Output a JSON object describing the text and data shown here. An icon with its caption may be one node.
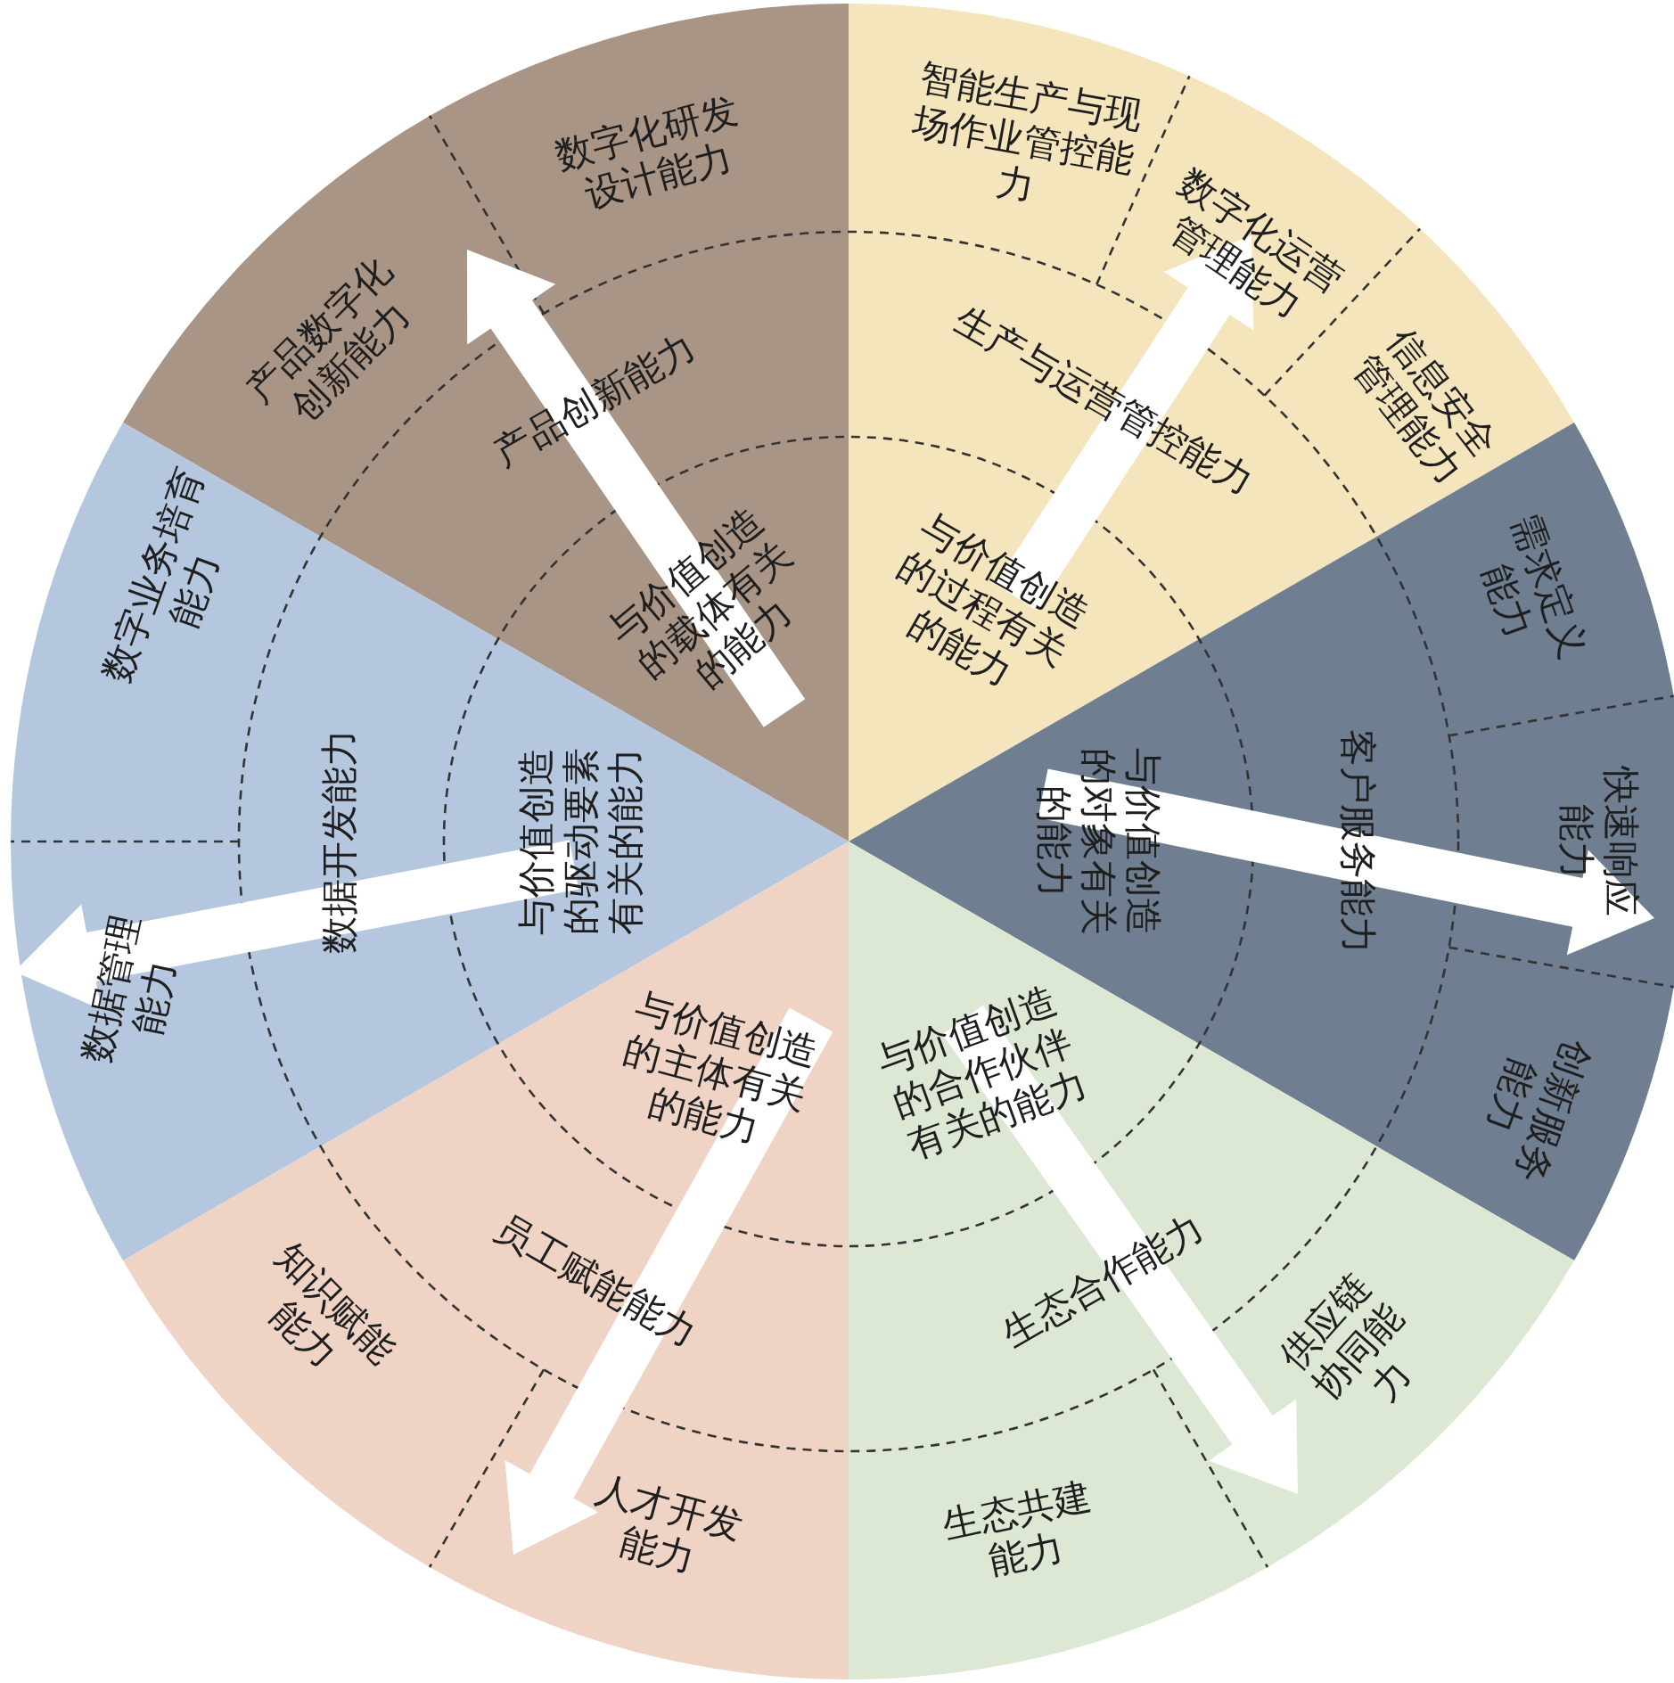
{
  "diagram": {
    "labels": [
      "与价值创造的载体有关的能力",
      "产品创新能力",
      "数字化研发设计能力",
      "产品数字化创新能力",
      "与价值创造的过程有关的能力",
      "生产与运营管控能力",
      "智能生产与现场作业管控能力",
      "数字化运营管理能力",
      "信息安全管理能力",
      "与价值创造的对象有关的能力",
      "客户服务能力",
      "需求定义能力",
      "快速响应能力",
      "创新服务能力",
      "与价值创造的合作伙伴有关的能力",
      "生态合作能力",
      "供应链协同能力",
      "生态共建能力",
      "与价值创造的主体有关的能力",
      "员工赋能能力",
      "知识赋能能力",
      "人才开发能力",
      "与价值创造的驱动要素有关的能力",
      "数据开发能力",
      "数字业务培育能力",
      "数据管理能力"
    ]
  }
}
